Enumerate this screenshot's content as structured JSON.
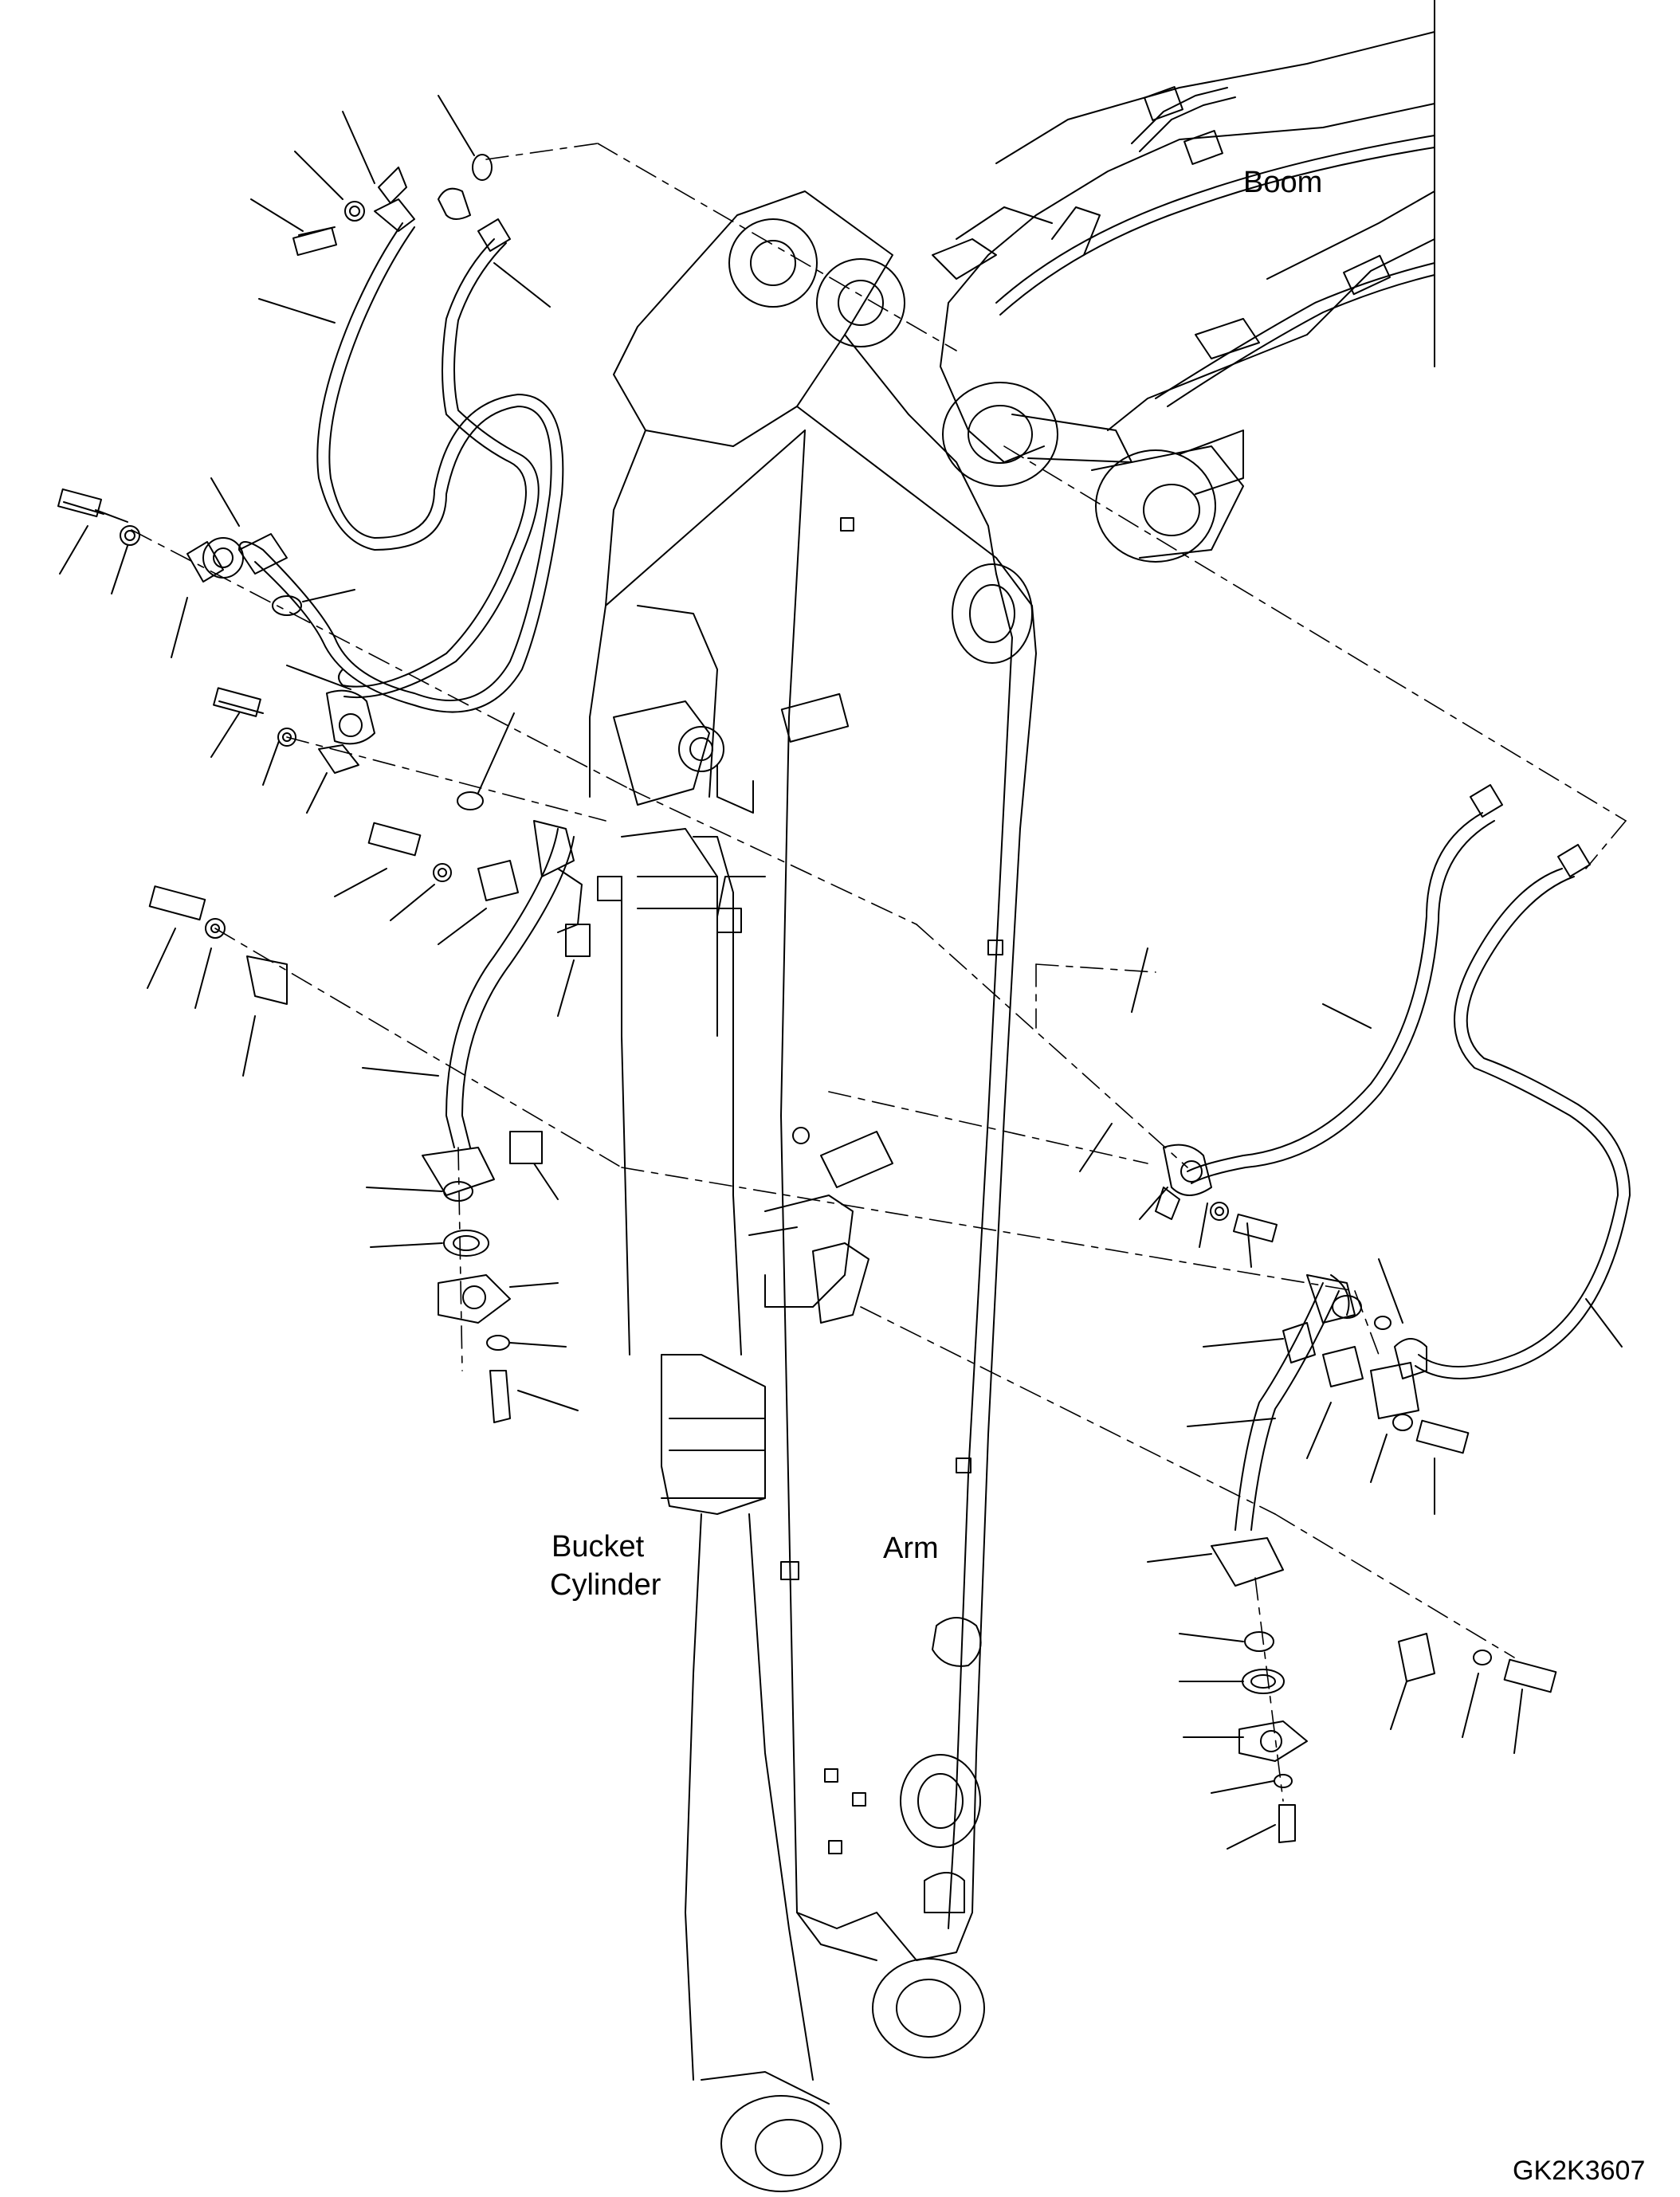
{
  "labels": {
    "boom": "Boom",
    "bucket_cylinder_line1": "Bucket",
    "bucket_cylinder_line2": "Cylinder",
    "arm": "Arm",
    "figure_code": "GK2K3607"
  },
  "colors": {
    "line": "#000000",
    "background": "#ffffff"
  }
}
